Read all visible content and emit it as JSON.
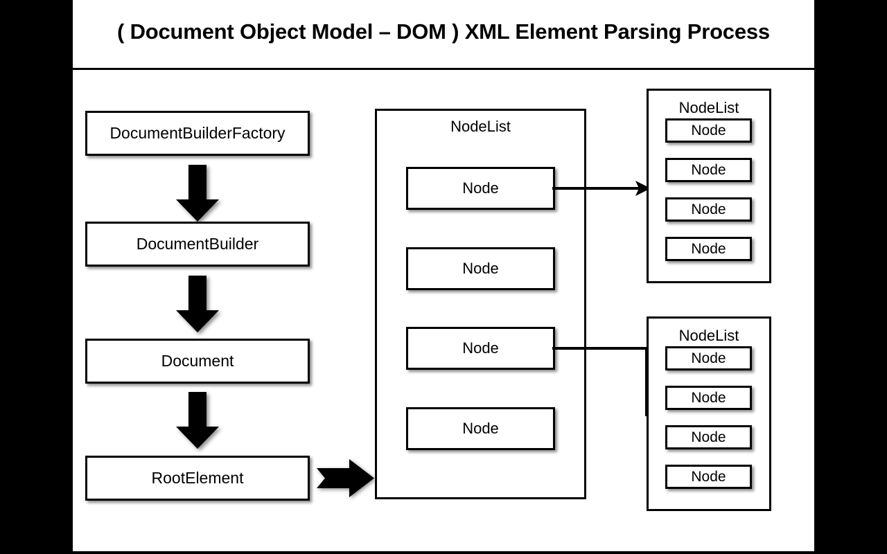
{
  "slide": {
    "title": "( Document Object Model – DOM ) XML Element Parsing Process",
    "background_color": "#000000",
    "canvas_color": "#ffffff",
    "stroke_color": "#000000"
  },
  "pipeline": {
    "steps": [
      {
        "label": "DocumentBuilderFactory"
      },
      {
        "label": "DocumentBuilder"
      },
      {
        "label": "Document"
      },
      {
        "label": "RootElement"
      }
    ],
    "connector_icon": "down-block-arrow",
    "exit_connector_icon": "right-block-arrow"
  },
  "center_nodelist": {
    "title": "NodeList",
    "nodes": [
      {
        "label": "Node"
      },
      {
        "label": "Node"
      },
      {
        "label": "Node"
      },
      {
        "label": "Node"
      }
    ]
  },
  "right_nodelists": [
    {
      "title": "NodeList",
      "nodes": [
        {
          "label": "Node"
        },
        {
          "label": "Node"
        },
        {
          "label": "Node"
        },
        {
          "label": "Node"
        }
      ]
    },
    {
      "title": "NodeList",
      "nodes": [
        {
          "label": "Node"
        },
        {
          "label": "Node"
        },
        {
          "label": "Node"
        },
        {
          "label": "Node"
        }
      ]
    }
  ],
  "connectors": [
    {
      "name": "node1-to-nodelist1",
      "from": "center-node-1",
      "to": "right-nodelist-1",
      "style": "straight-arrow"
    },
    {
      "name": "node3-to-nodelist2",
      "from": "center-node-3",
      "to": "right-nodelist-2",
      "style": "elbow-arrow"
    }
  ]
}
